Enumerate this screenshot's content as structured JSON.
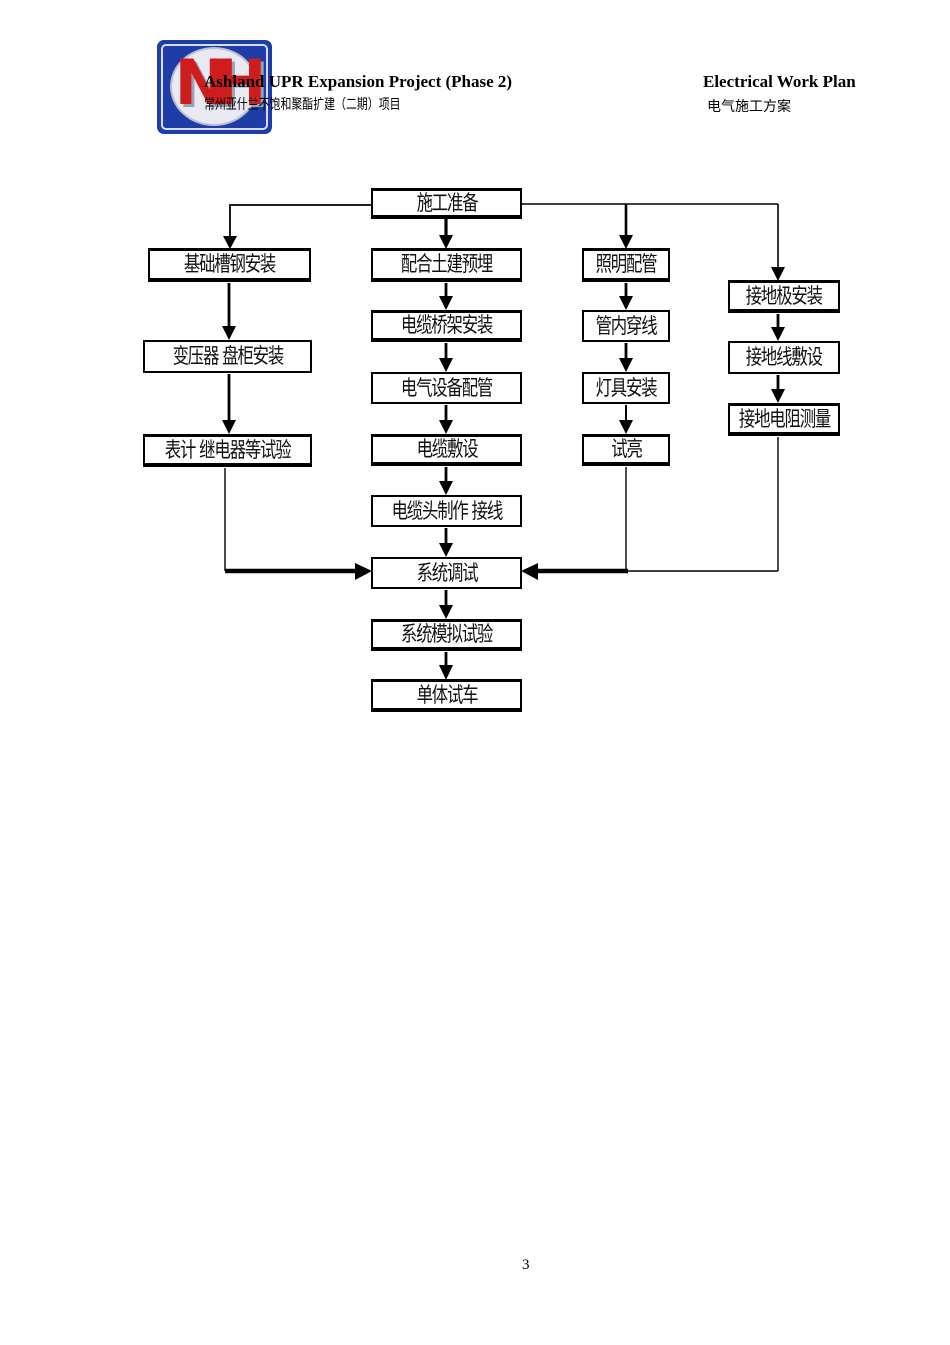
{
  "header": {
    "logo_letters": "NH",
    "project_title_en": "Ashland UPR Expansion Project (Phase 2)",
    "project_title_zh": "常州亚什兰不饱和聚酯扩建（二期）项目",
    "doc_title_en": "Electrical Work Plan",
    "doc_title_zh": "电气施工方案"
  },
  "colors": {
    "logo_bg": "#1e3da6",
    "logo_letters": "#cf1d1d",
    "line_color": "#000000"
  },
  "flowchart": {
    "start": "施工准备",
    "col1": [
      "基础槽钢安装",
      "变压器 盘柜安装",
      "表计 继电器等试验"
    ],
    "col2": [
      "配合土建预埋",
      "电缆桥架安装",
      "电气设备配管",
      "电缆敷设",
      "电缆头制作 接线",
      "系统调试",
      "系统模拟试验",
      "单体试车"
    ],
    "col3": [
      "照明配管",
      "管内穿线",
      "灯具安装",
      "试亮"
    ],
    "col4": [
      "接地极安装",
      "接地线敷设",
      "接地电阻测量"
    ]
  },
  "footer": {
    "page_number": "3"
  }
}
